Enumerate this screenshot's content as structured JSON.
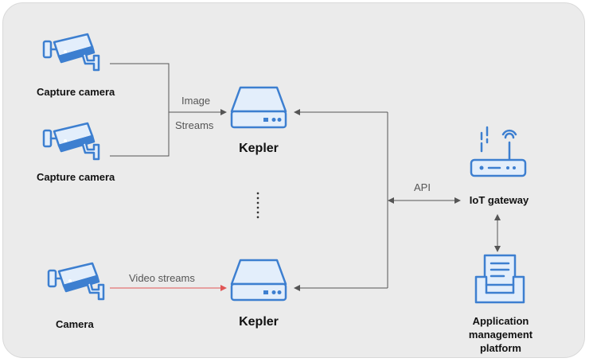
{
  "labels": {
    "capture_camera_1": "Capture camera",
    "capture_camera_2": "Capture camera",
    "camera": "Camera",
    "kepler_1": "Kepler",
    "kepler_2": "Kepler",
    "iot_gateway": "IoT gateway",
    "app_platform_line1": "Application",
    "app_platform_line2": "management",
    "app_platform_line3": "platform"
  },
  "flows": {
    "image": "Image",
    "streams": "Streams",
    "api": "API",
    "video_streams": "Video streams"
  },
  "colors": {
    "icon_blue": "#3d7fd0",
    "icon_fill": "#e3eefb",
    "wire_gray": "#555555",
    "wire_red": "#e05555",
    "background": "#ebebeb"
  },
  "icons": {
    "camera": "cctv-camera-icon",
    "kepler": "server-box-icon",
    "gateway": "router-icon",
    "platform": "inbox-document-icon"
  }
}
